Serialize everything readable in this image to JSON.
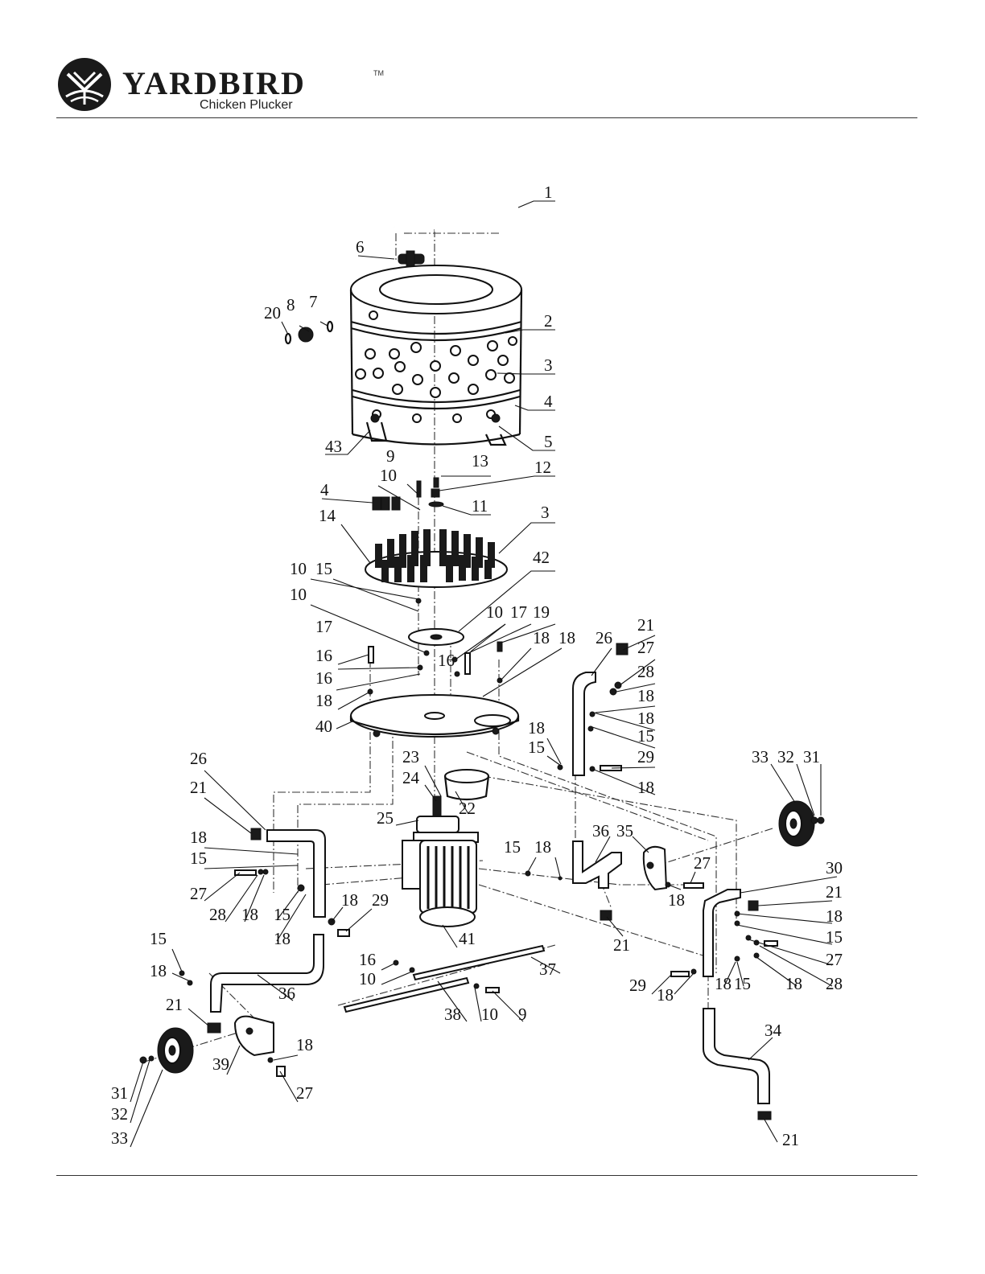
{
  "header": {
    "brand": "YARDBIRD",
    "trademark": "TM",
    "tagline": "Chicken Plucker",
    "logo_icon": "yardbird-logo-icon"
  },
  "callouts": [
    "1",
    "2",
    "3",
    "4",
    "5",
    "6",
    "7",
    "8",
    "9",
    "10",
    "11",
    "12",
    "13",
    "14",
    "15",
    "16",
    "17",
    "18",
    "19",
    "20",
    "21",
    "22",
    "23",
    "24",
    "25",
    "26",
    "27",
    "28",
    "29",
    "30",
    "31",
    "32",
    "33",
    "34",
    "35",
    "36",
    "37",
    "38",
    "39",
    "40",
    "41",
    "42",
    "43"
  ]
}
